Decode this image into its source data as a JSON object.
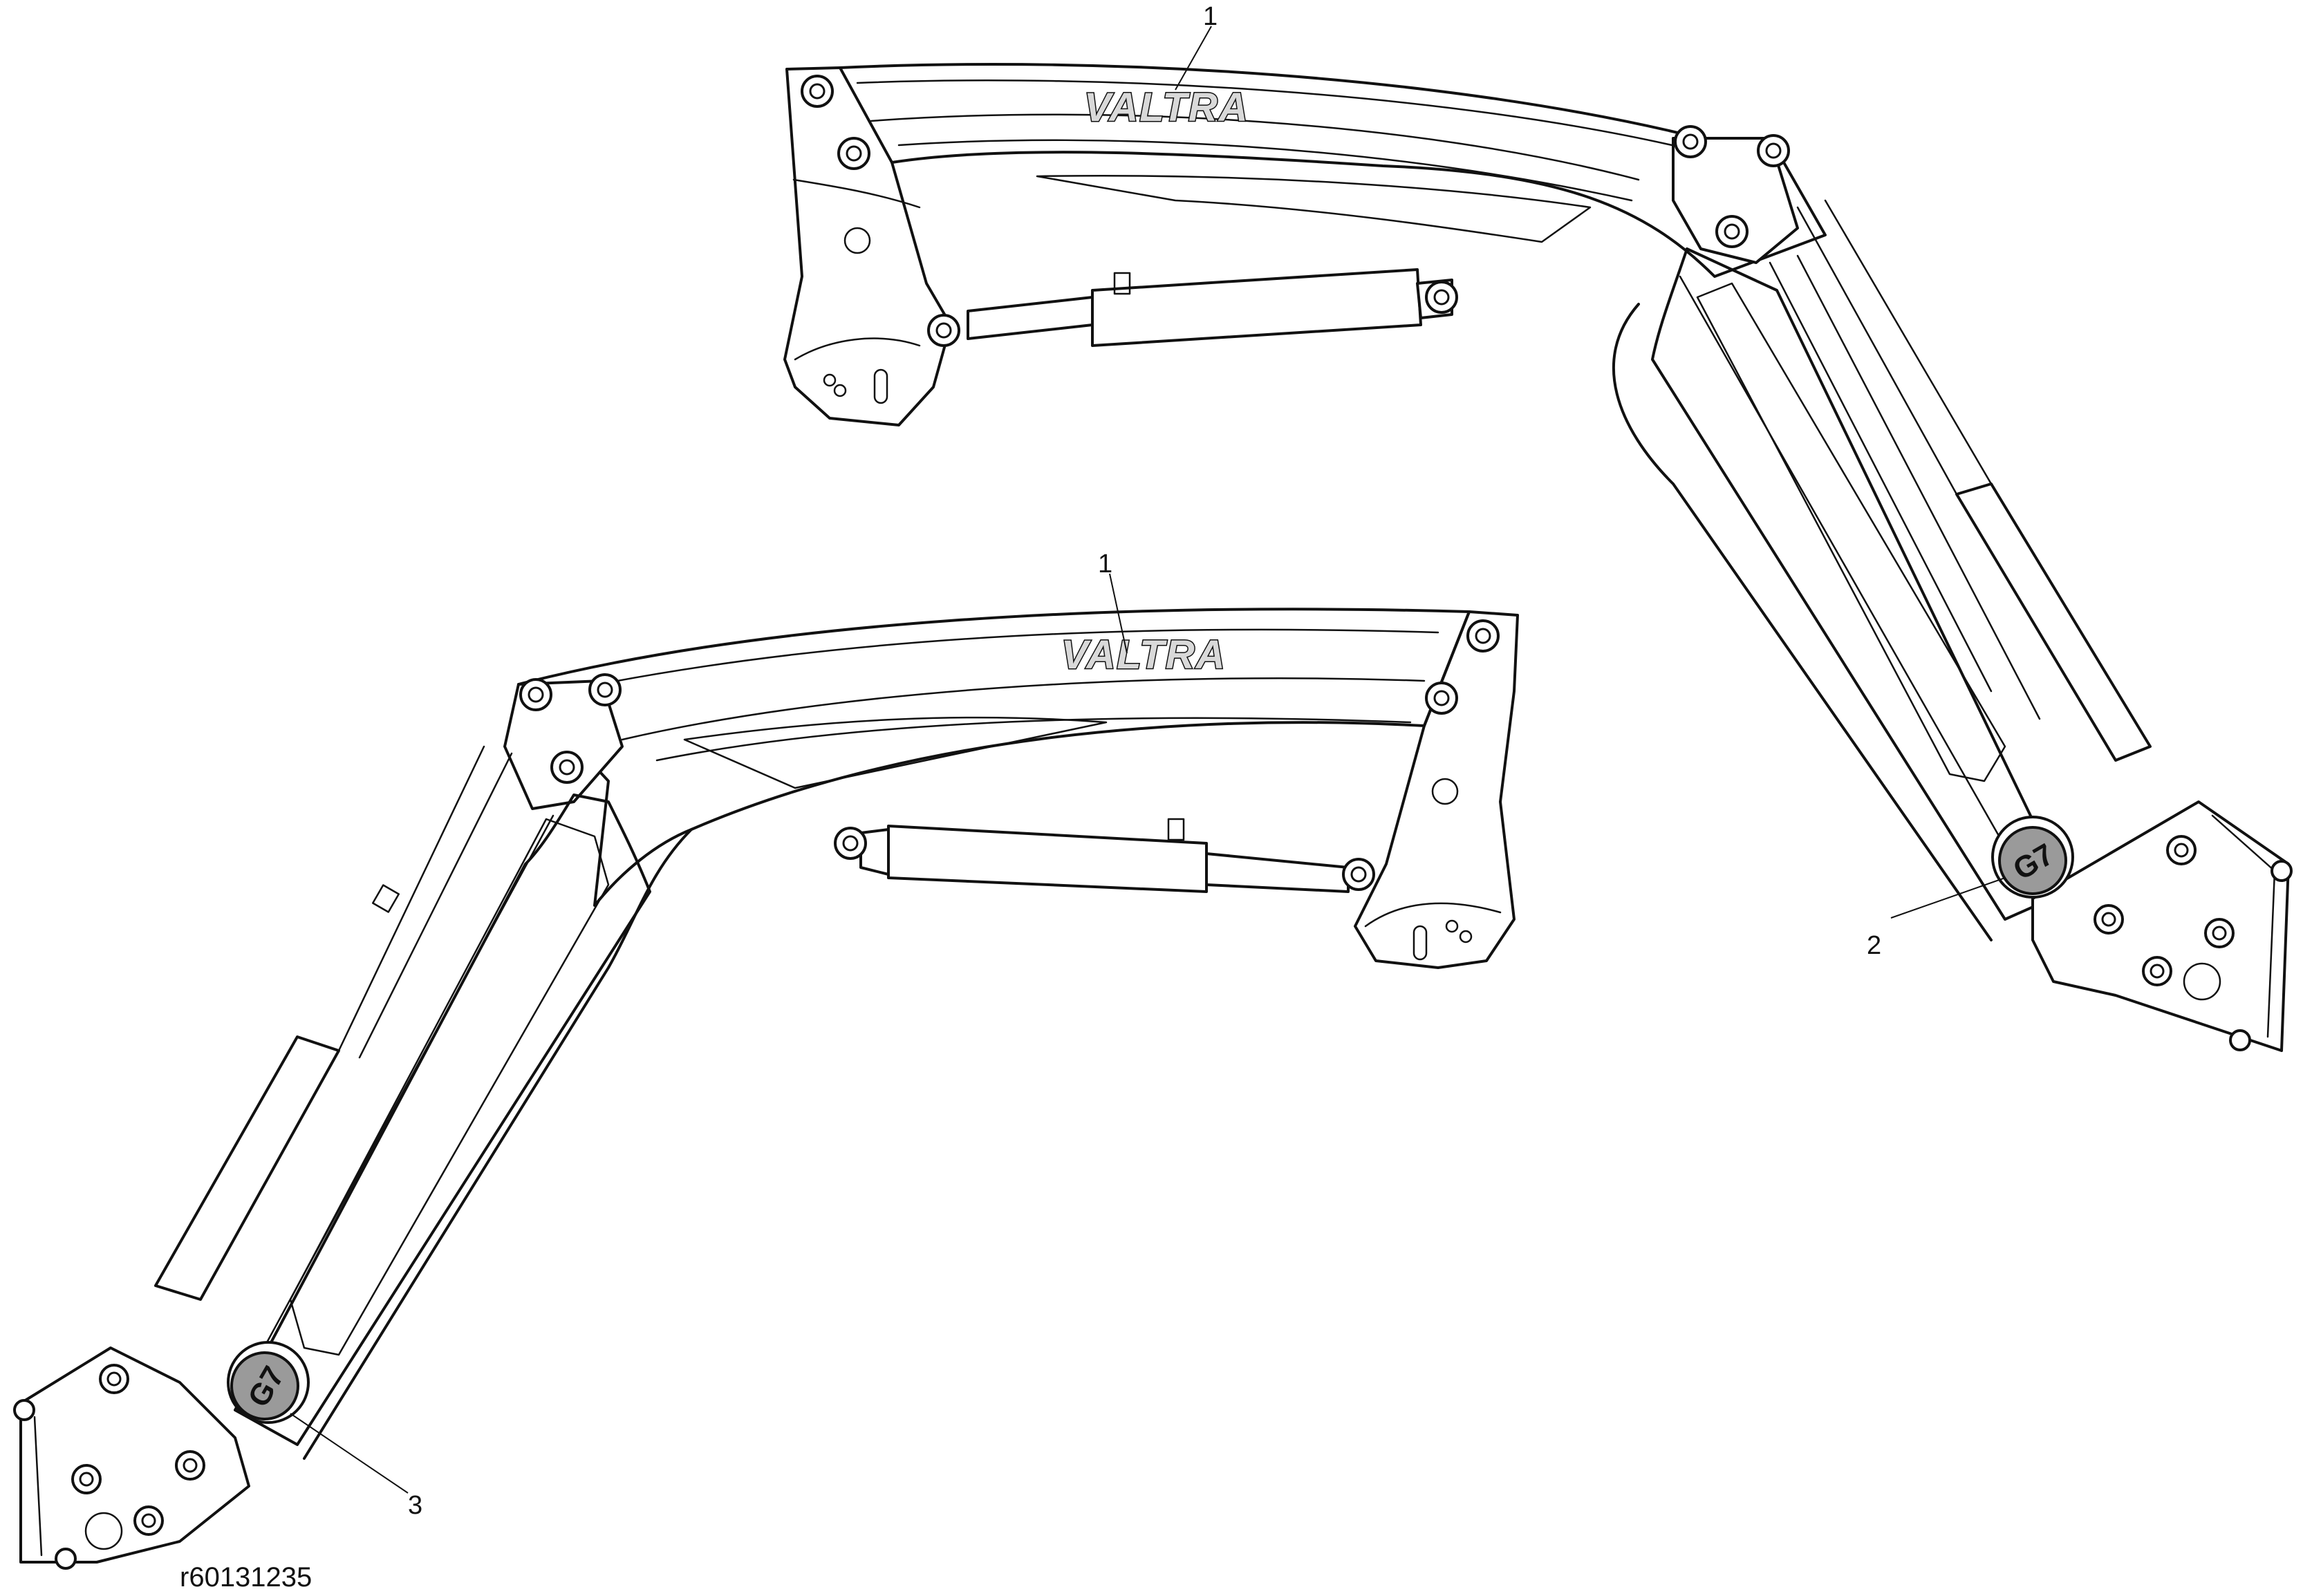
{
  "colors": {
    "line": "#111111",
    "background": "#ffffff",
    "badge_fill": "#9a9a9a",
    "logo_fill": "#d9d9d9"
  },
  "callouts": {
    "top_arm_decal": "1",
    "bottom_arm_decal": "1",
    "top_arm_badge": "2",
    "bottom_arm_badge": "3"
  },
  "decals": {
    "top_logo": "VALTRA",
    "bottom_logo": "VALTRA",
    "top_badge": "G7",
    "bottom_badge": "G7"
  },
  "document_id": "r60131235"
}
